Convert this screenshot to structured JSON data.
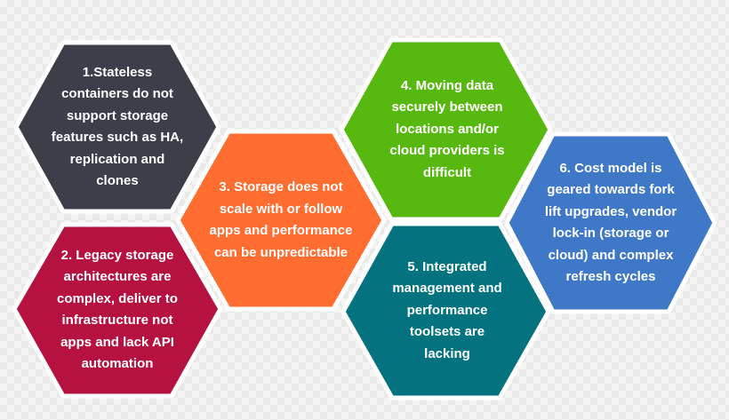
{
  "hexagons": [
    {
      "id": 1,
      "color": "#3c3f4a",
      "text": "1.Stateless\ncontainers do not\nsupport storage\nfeatures such as HA,\nreplication and\nclones"
    },
    {
      "id": 2,
      "color": "#b5123f",
      "text": "2. Legacy storage\narchitectures are\ncomplex, deliver to\ninfrastructure not\napps and  lack API\nautomation"
    },
    {
      "id": 3,
      "color": "#ff6d31",
      "text": "3. Storage does not\nscale with or follow\napps and performance\ncan be unpredictable"
    },
    {
      "id": 4,
      "color": "#57b90f",
      "text": "4. Moving data\nsecurely between\nlocations and/or\ncloud providers is\ndifficult"
    },
    {
      "id": 5,
      "color": "#04737f",
      "text": "5. Integrated\nmanagement and\nperformance\ntoolsets are\nlacking"
    },
    {
      "id": 6,
      "color": "#3f78c6",
      "text": "6. Cost model is\ngeared towards fork\nlift upgrades, vendor\nlock-in (storage or\ncloud) and complex\nrefresh cycles"
    }
  ]
}
